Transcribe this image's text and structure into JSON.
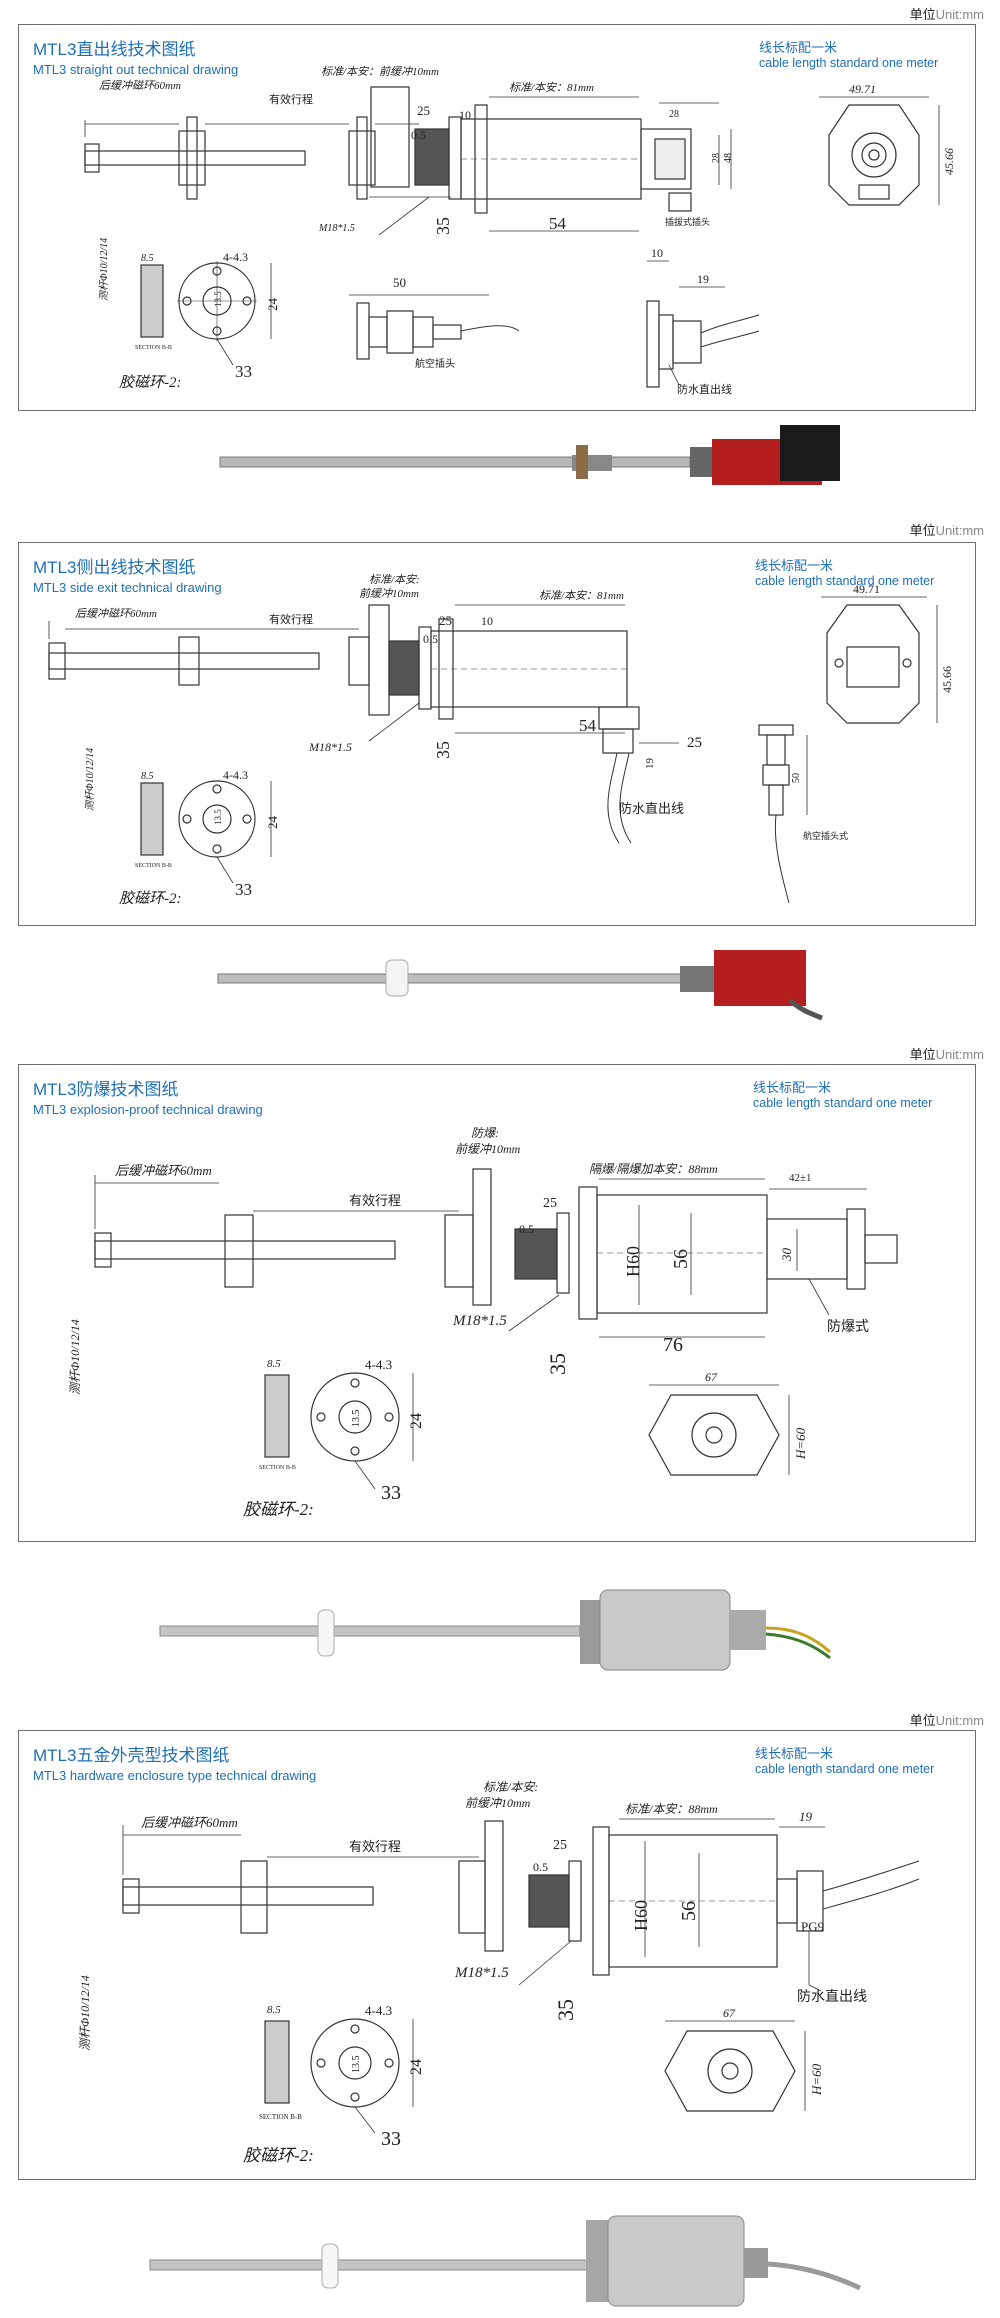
{
  "unit_label": {
    "cn": "单位",
    "en": "Unit:mm"
  },
  "cable_note": {
    "cn": "线长标配一米",
    "en": "cable length standard one meter"
  },
  "common": {
    "rear_buffer": "后缓冲磁环60mm",
    "stroke": "有效行程",
    "rod": "测杆Φ10/12/14",
    "thread": "M18*1.5",
    "ring_label": "胶磁环-2:",
    "ring_holes": "4-4.3",
    "ring_width": "8.5",
    "ring_inner": "13.5",
    "ring_dia": "24",
    "ring_pcd": "33",
    "section": "SECTION B-B",
    "dim_35": "35",
    "dim_25": "25",
    "dim_05": "0.5"
  },
  "panels": [
    {
      "title_cn": "MTL3直出线技术图纸",
      "title_en": "MTL3 straight out technical drawing",
      "front_buffer": "标准/本安：前缓冲10mm",
      "body_len": "标准/本安：81mm",
      "dim_10": "10",
      "dim_54": "54",
      "dim_28": "28",
      "dim_48": "48",
      "flange_w": "49.71",
      "flange_h": "45.66",
      "plug_label": "插拔式插头",
      "aviation_label": "航空插头",
      "waterproof_label": "防水直出线",
      "aviation_len": "50",
      "wp_len_1": "10",
      "wp_len_2": "19"
    },
    {
      "title_cn": "MTL3侧出线技术图纸",
      "title_en": "MTL3 side exit technical drawing",
      "front_buffer_1": "标准/本安:",
      "front_buffer_2": "前缓冲10mm",
      "body_len": "标准/本安：81mm",
      "dim_10": "10",
      "dim_54": "54",
      "dim_19": "19",
      "dim_25b": "25",
      "flange_w": "49.71",
      "flange_h": "45.66",
      "waterproof_label": "防水直出线",
      "aviation_label": "航空插头式",
      "aviation_len": "50"
    },
    {
      "title_cn": "MTL3防爆技术图纸",
      "title_en": "MTL3 explosion-proof technical drawing",
      "front_buffer_1": "防爆:",
      "front_buffer_2": "前缓冲10mm",
      "body_len": "隔爆/隔爆加本安：88mm",
      "cap_len": "42±1",
      "dim_h60": "H60",
      "dim_56": "56",
      "dim_30": "30",
      "dim_76": "76",
      "ex_label": "防爆式",
      "hex_w": "67",
      "hex_h": "H=60"
    },
    {
      "title_cn": "MTL3五金外壳型技术图纸",
      "title_en": "MTL3 hardware enclosure type technical drawing",
      "front_buffer_1": "标准/本安:",
      "front_buffer_2": "前缓冲10mm",
      "body_len": "标准/本安：88mm",
      "dim_19": "19",
      "dim_h60": "H60",
      "dim_56": "56",
      "pg": "PG9",
      "waterproof_label": "防水直出线",
      "hex_w": "67",
      "hex_h": "H=60"
    }
  ]
}
